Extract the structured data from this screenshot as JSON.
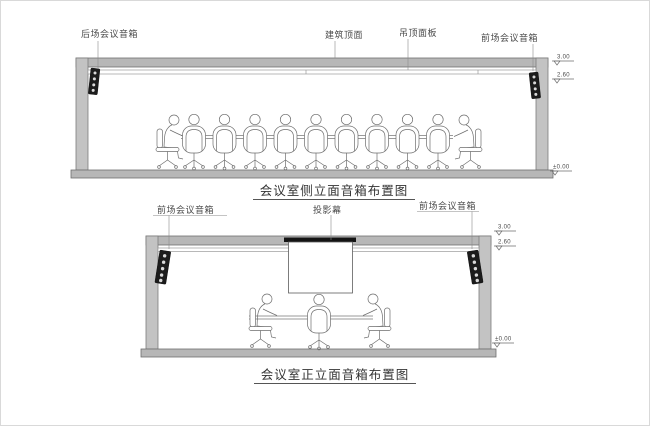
{
  "colors": {
    "wall_fill": "#bdbdbd",
    "wall_stroke": "#7d7d7d",
    "line": "#777777",
    "speaker": "#1c1c1c",
    "text": "#4a4a4a",
    "title_text": "#333333"
  },
  "side_elevation": {
    "title": "会议室侧立面音箱布置图",
    "labels": {
      "rear_speakers": "后场会议音箱",
      "building_ceiling": "建筑顶面",
      "ceiling_panel": "吊顶面板",
      "front_speakers": "前场会议音箱"
    },
    "elevations": {
      "building_top": "3.00",
      "ceiling": "2.60",
      "floor": "±0.00"
    }
  },
  "front_elevation": {
    "title": "会议室正立面音箱布置图",
    "labels": {
      "left_front_speakers": "前场会议音箱",
      "projection_screen": "投影幕",
      "right_front_speakers": "前场会议音箱"
    },
    "elevations": {
      "building_top": "3.00",
      "ceiling": "2.60",
      "floor": "±0.00"
    }
  }
}
